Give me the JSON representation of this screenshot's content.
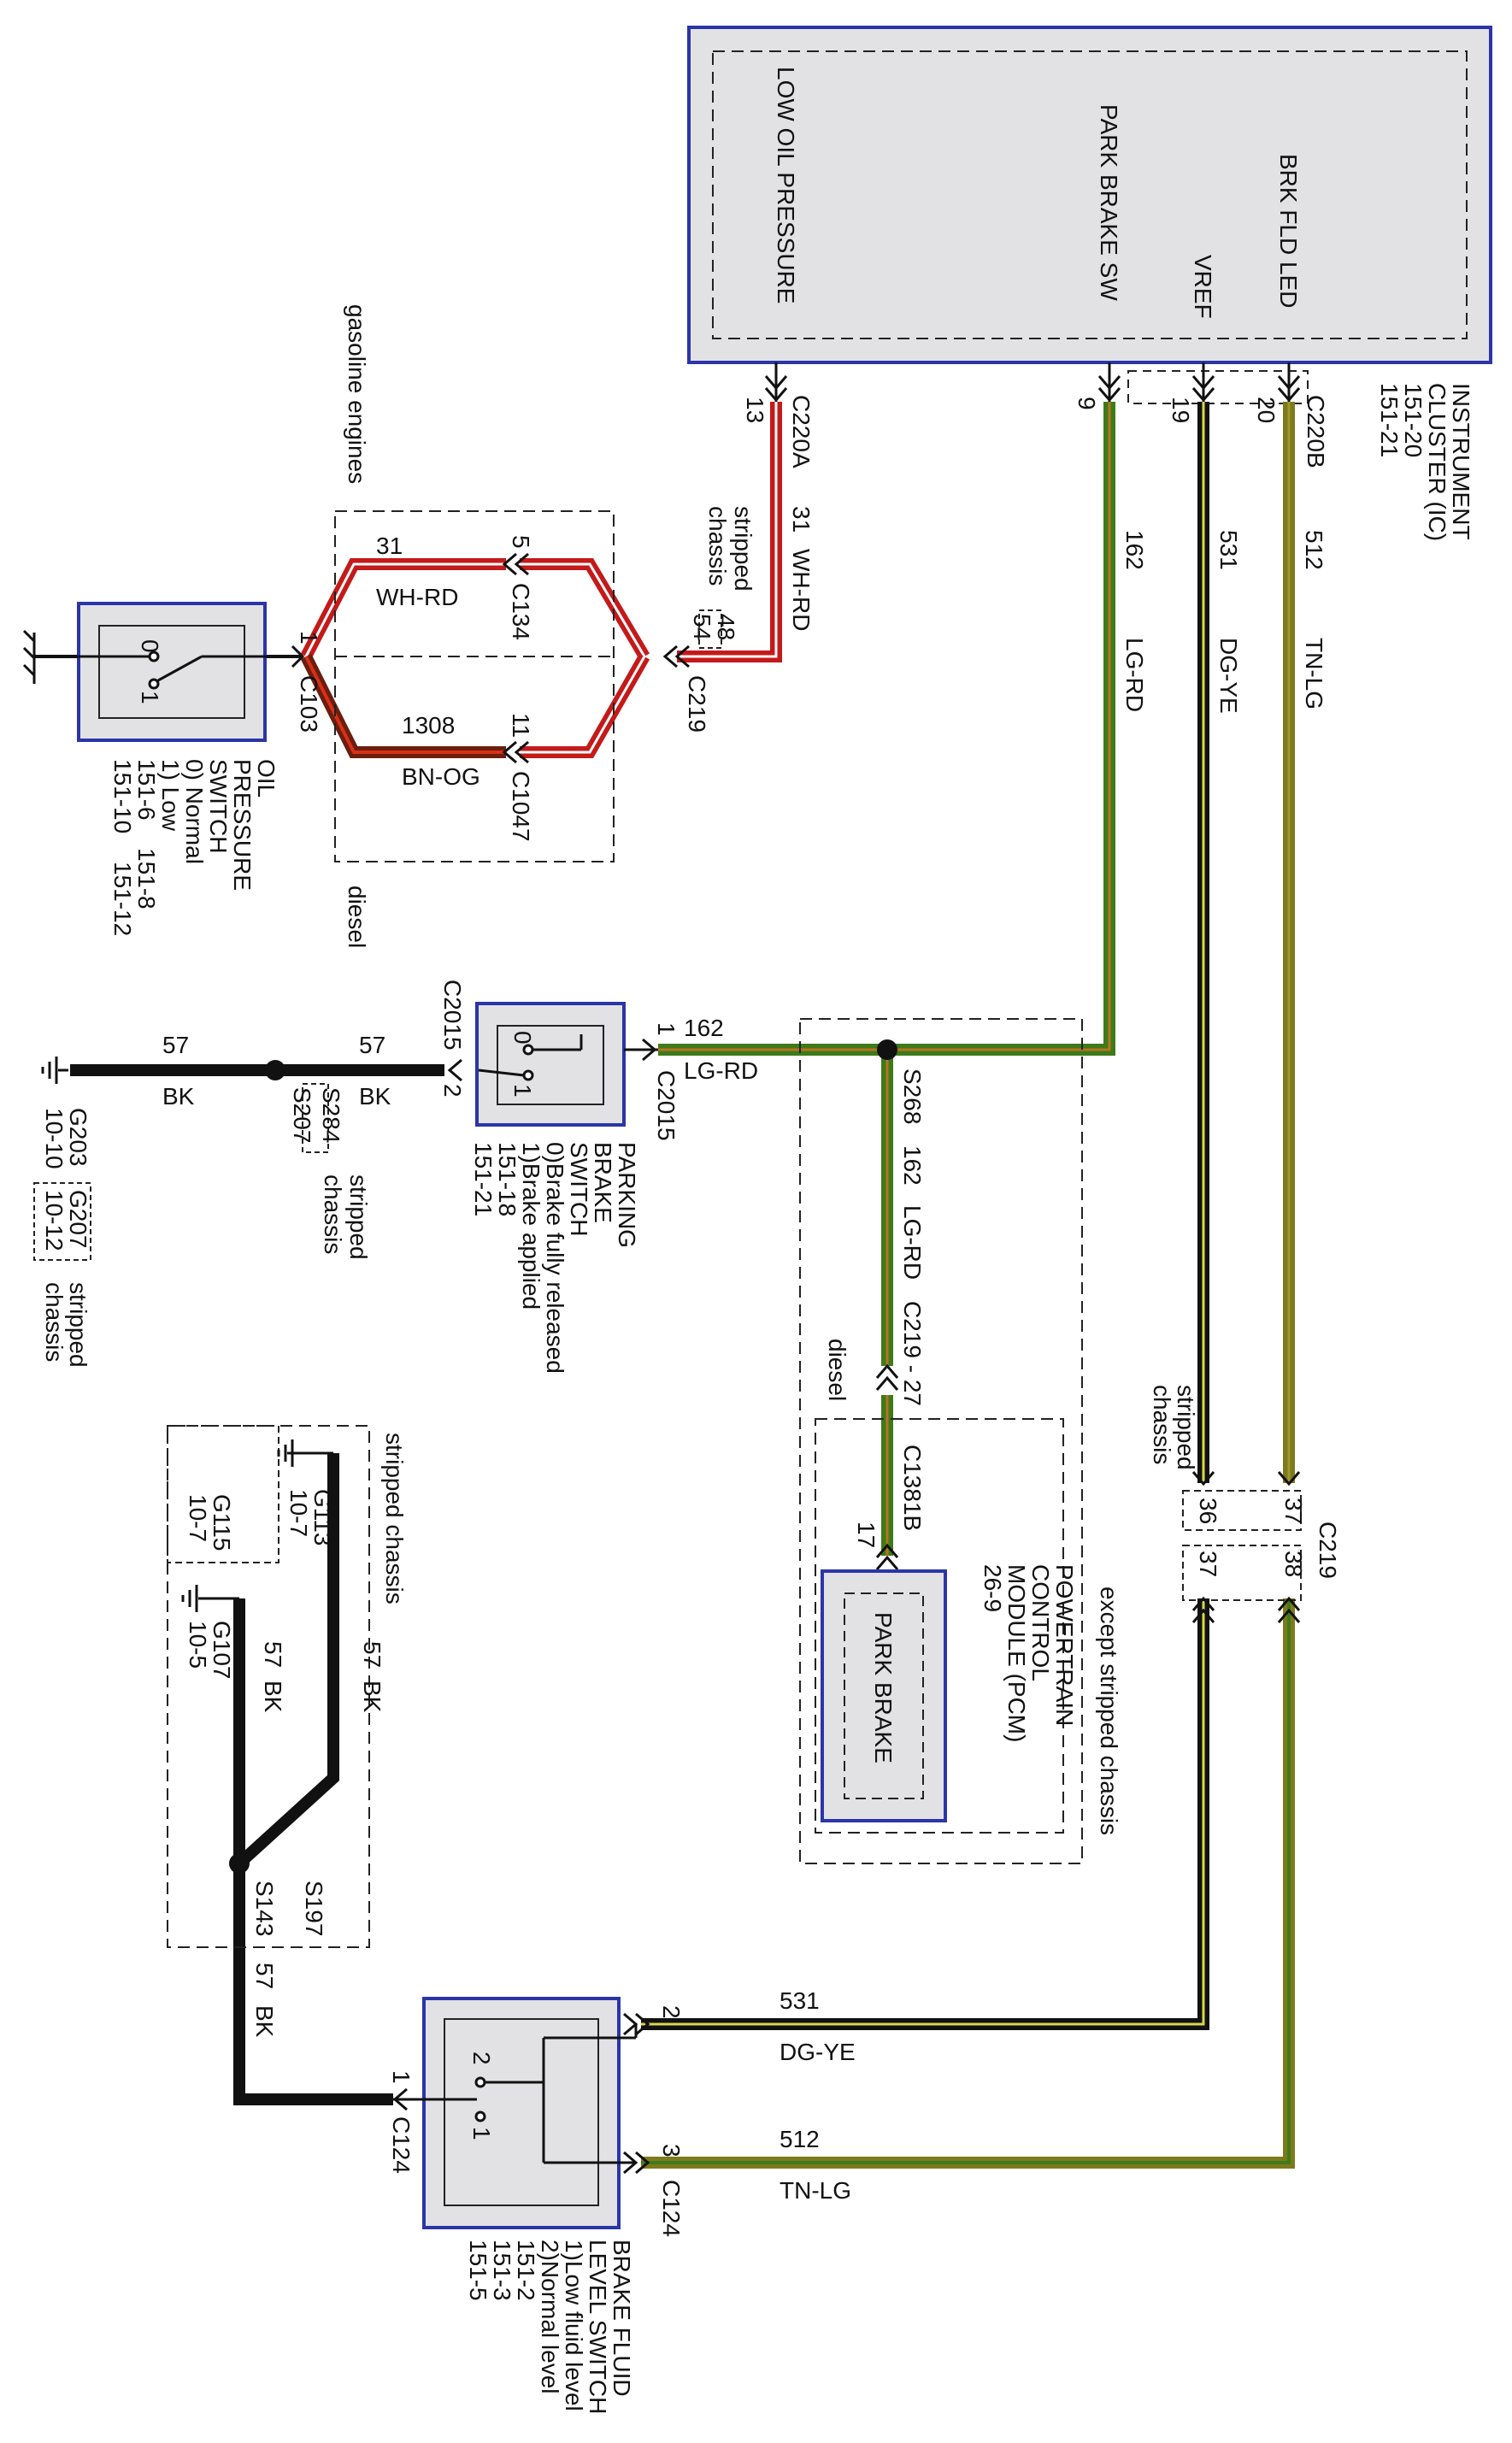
{
  "colors": {
    "module_border": "#2b35a8",
    "module_fill": "#e2e2e4",
    "wire_lg_rd_base": "#3e7a1a",
    "wire_lg_rd_stripe": "#b8741e",
    "wire_dg_ye_base": "#111111",
    "wire_dg_ye_stripe": "#d8d84a",
    "wire_tn_lg_base": "#7e7a1c",
    "wire_tn_lg_stripe": "#9a9a30",
    "wire_wh_rd_base": "#c41a1a",
    "wire_wh_rd_stripe": "#ffffff",
    "wire_bn_og_base": "#6b1e0e",
    "wire_bn_og_stripe": "#d83018",
    "wire_bk": "#111111"
  },
  "cluster": {
    "sig_low_oil": "LOW OIL PRESSURE",
    "sig_park": "PARK BRAKE SW",
    "sig_vref": "VREF",
    "sig_brk": "BRK FLD LED",
    "title_l1": "INSTRUMENT",
    "title_l2": "CLUSTER (IC)",
    "title_l3": "151-20",
    "title_l4": "151-21"
  },
  "conn": {
    "c220a": "C220A",
    "c220b": "C220B",
    "p13": "13",
    "p9": "9",
    "p19": "19",
    "p20": "20",
    "c219": "C219",
    "c219_27": "C219 - 27",
    "c134": "C134",
    "c1047": "C1047",
    "c103": "C103",
    "c2015": "C2015",
    "c1381b": "C1381B",
    "c124": "C124"
  },
  "wires": {
    "n31": "31",
    "wh_rd": "WH-RD",
    "n162": "162",
    "lg_rd": "LG-RD",
    "n531": "531",
    "dg_ye": "DG-YE",
    "n512": "512",
    "tn_lg": "TN-LG",
    "n1308": "1308",
    "bn_og": "BN-OG",
    "n57": "57",
    "bk": "BK"
  },
  "pins": {
    "p48": "48",
    "p54": "54",
    "p5": "5",
    "p11": "11",
    "p1": "1",
    "p2": "2",
    "p3": "3",
    "p17": "17",
    "p36": "36",
    "p37": "37",
    "p38": "38",
    "p0": "0"
  },
  "notes": {
    "stripped": "stripped",
    "chassis": "chassis",
    "gasoline": "gasoline engines",
    "diesel": "diesel",
    "except": "except stripped chassis",
    "stripped_chassis": "stripped chassis"
  },
  "oil_switch": {
    "l1": "OIL",
    "l2": "PRESSURE",
    "l3": "SWITCH",
    "l4": "0) Normal",
    "l5": "1) Low",
    "l6a": "151-6",
    "l6b": "151-8",
    "l7a": "151-10",
    "l7b": "151-12"
  },
  "park_switch": {
    "l1": "PARKING",
    "l2": "BRAKE",
    "l3": "SWITCH",
    "l4": "0)Brake fully released",
    "l5": "1)Brake applied",
    "l6": "151-18",
    "l7": "151-21"
  },
  "pcm": {
    "l1": "POWERTRAIN",
    "l2": "CONTROL",
    "l3": "MODULE (PCM)",
    "l4": "26-9",
    "inner": "PARK BRAKE"
  },
  "fluid_switch": {
    "l1": "BRAKE FLUID",
    "l2": "LEVEL SWITCH",
    "l3": "1)Low fluid level",
    "l4": "2)Normal level",
    "l5": "151-2",
    "l6": "151-3",
    "l7": "151-5"
  },
  "splices": {
    "s268": "S268",
    "s207": "S207",
    "s284": "S284",
    "s143": "S143",
    "s197": "S197"
  },
  "grounds": {
    "g203": "G203",
    "g203_ref": "10-10",
    "g207": "G207",
    "g207_ref": "10-12",
    "g113": "G113",
    "g113_ref": "10-7",
    "g115": "G115",
    "g115_ref": "10-7",
    "g107": "G107",
    "g107_ref": "10-5"
  }
}
